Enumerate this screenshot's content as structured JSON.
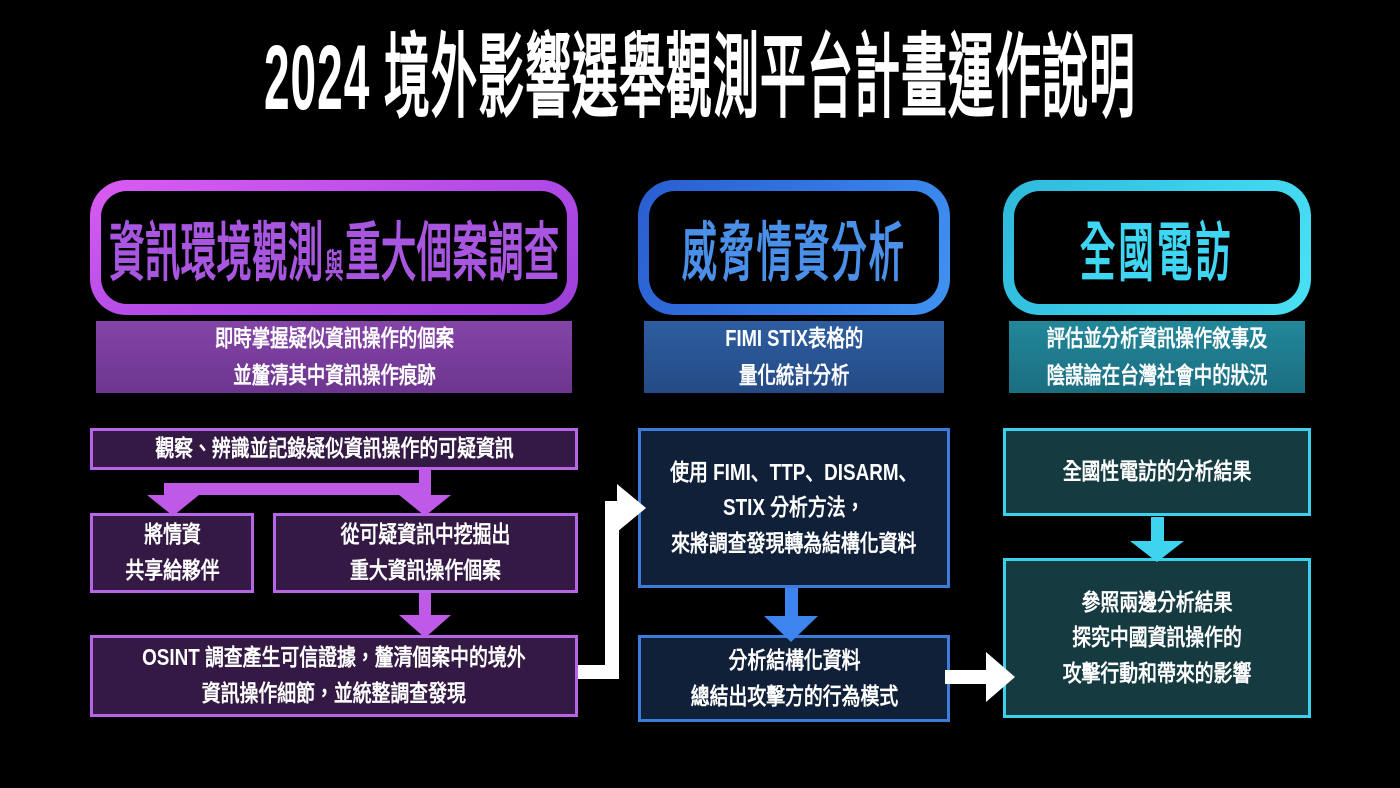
{
  "title": "2024 境外影響選舉觀測平台計畫運作說明",
  "columns": [
    {
      "id": "information-environment-observation",
      "header": {
        "main": "資訊環境觀測",
        "connector": "與",
        "secondary": "重大個案調查"
      },
      "subheader": "即時掌握疑似資訊操作的個案\n並釐清其中資訊操作痕跡",
      "boxes": [
        {
          "text": "觀察、辨識並記錄疑似資訊操作的可疑資訊"
        },
        {
          "text": "將情資\n共享給夥伴"
        },
        {
          "text": "從可疑資訊中挖掘出\n重大資訊操作個案"
        },
        {
          "text": "OSINT 調查產生可信證據，釐清個案中的境外\n資訊操作細節，並統整調查發現"
        }
      ]
    },
    {
      "id": "threat-intelligence-analysis",
      "header": {
        "main": "威脅情資分析"
      },
      "subheader": "FIMI STIX表格的\n量化統計分析",
      "boxes": [
        {
          "text": "使用 FIMI、TTP、DISARM、\nSTIX 分析方法，\n來將調查發現轉為結構化資料"
        },
        {
          "text": "分析結構化資料\n總結出攻擊方的行為模式"
        }
      ]
    },
    {
      "id": "national-phone-survey",
      "header": {
        "main": "全國電訪"
      },
      "subheader": "評估並分析資訊操作敘事及\n陰謀論在台灣社會中的狀況",
      "boxes": [
        {
          "text": "全國性電訪的分析結果"
        },
        {
          "text": "參照兩邊分析結果\n探究中國資訊操作的\n攻擊行動和帶來的影響"
        }
      ]
    }
  ],
  "colors": {
    "background": "#000000",
    "title_text": "#ffffff",
    "purple_border": "#b565e6",
    "purple_header_text": "#a855e0",
    "purple_box_bg": "#341944",
    "purple_subheader_bg": "#7a3e9a",
    "purple_arrow": "#bf5ae8",
    "blue_border": "#3b7bdc",
    "blue_header_text": "#4a90e8",
    "blue_box_bg": "#0f2038",
    "blue_subheader_bg": "#2a5796",
    "blue_arrow": "#3e84ee",
    "cyan_border": "#3bd0ec",
    "cyan_header_text": "#3ed6f2",
    "teal_box_bg": "#153a40",
    "teal_subheader_bg": "#1f7d8c",
    "cyan_arrow": "#3dd4f0",
    "white_arrow": "#ffffff"
  }
}
